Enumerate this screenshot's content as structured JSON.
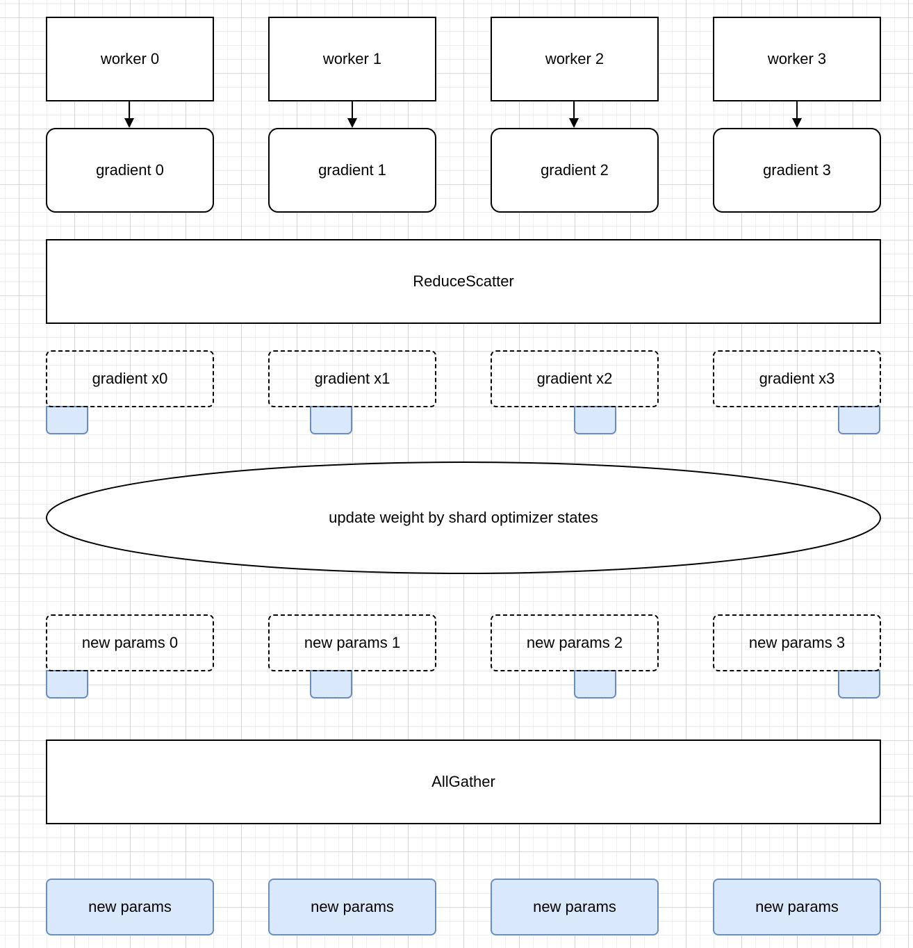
{
  "workers": [
    "worker 0",
    "worker 1",
    "worker 2",
    "worker 3"
  ],
  "gradients": [
    "gradient 0",
    "gradient 1",
    "gradient 2",
    "gradient 3"
  ],
  "reduce_scatter": "ReduceScatter",
  "gradient_shards": [
    "gradient x0",
    "gradient x1",
    "gradient x2",
    "gradient x3"
  ],
  "update_step": "update weight by shard optimizer states",
  "param_shards": [
    "new params 0",
    "new params 1",
    "new params 2",
    "new params 3"
  ],
  "all_gather": "AllGather",
  "final_params": [
    "new params",
    "new params",
    "new params",
    "new params"
  ],
  "colors": {
    "shard_fill": "#dae8fc",
    "shard_stroke": "#6c8ebf",
    "stroke": "#000000"
  }
}
